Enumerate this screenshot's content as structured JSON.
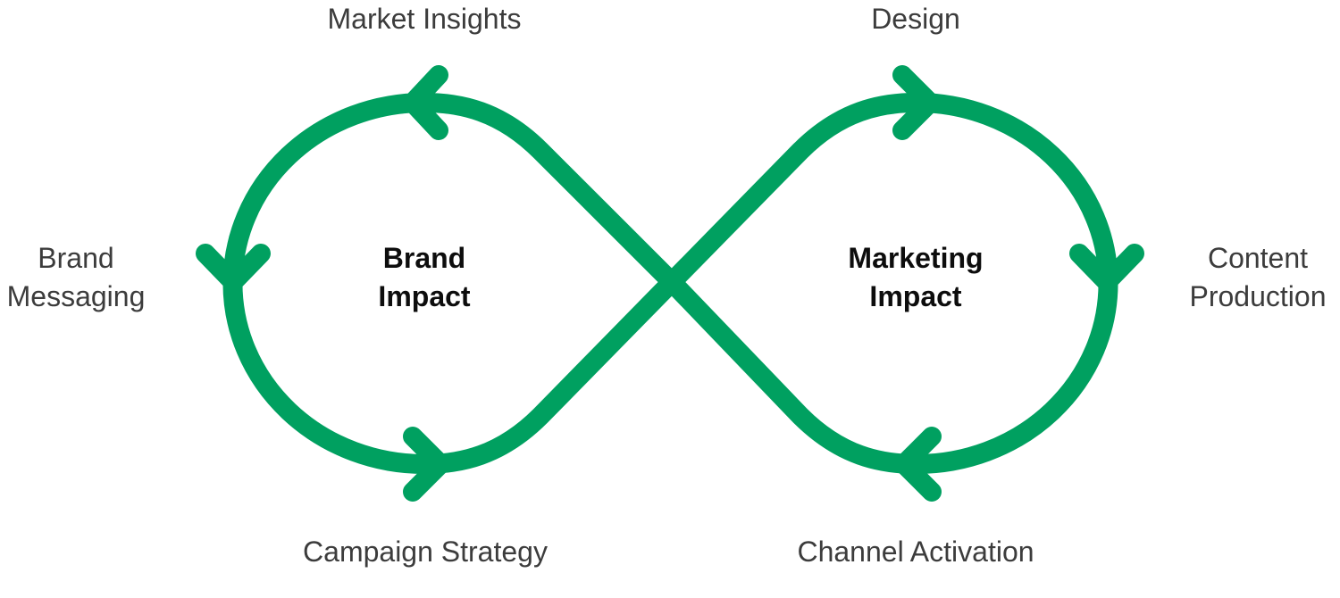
{
  "colors": {
    "loop_stroke": "#00a060",
    "outer_text": "#3c3c3c",
    "inner_text": "#0d0d0d",
    "background": "#ffffff"
  },
  "left_loop": {
    "center_title": [
      "Brand",
      "Impact"
    ],
    "stages": {
      "top": "Market Insights",
      "left": [
        "Brand",
        "Messaging"
      ],
      "bottom": "Campaign Strategy"
    }
  },
  "right_loop": {
    "center_title": [
      "Marketing",
      "Impact"
    ],
    "stages": {
      "top": "Design",
      "right": [
        "Content",
        "Production"
      ],
      "bottom": "Channel Activation"
    }
  }
}
